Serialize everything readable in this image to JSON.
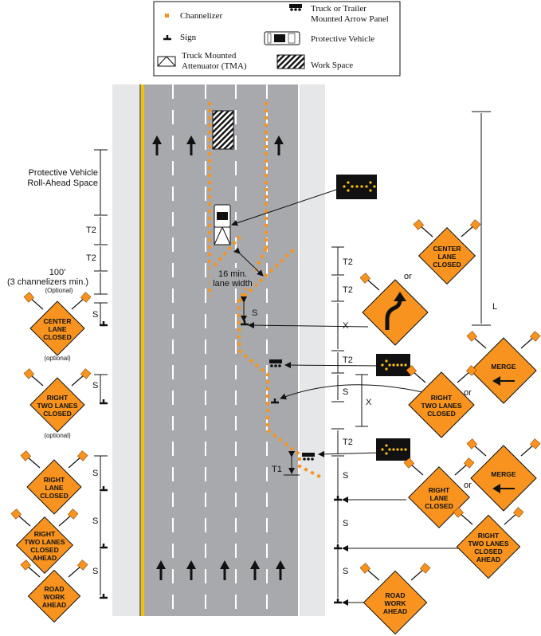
{
  "legend": {
    "channelizer": "Channelizer",
    "sign": "Sign",
    "tma_line1": "Truck Mounted",
    "tma_line2": "Attenuator (TMA)",
    "arrow_panel_line1": "Truck or Trailer",
    "arrow_panel_line2": "Mounted Arrow Panel",
    "protective_vehicle": "Protective Vehicle",
    "work_space": "Work Space"
  },
  "labels": {
    "rollahead_line1": "Protective Vehicle",
    "rollahead_line2": "Roll-Ahead Space",
    "t2": "T2",
    "t1": "T1",
    "s": "S",
    "x": "X",
    "l": "L",
    "or": "or",
    "buffer_100": "100'",
    "buffer_min": "(3 channelizers min.)",
    "optional": "(Optional)",
    "optional_lower": "(optional)",
    "lane_width_line1": "16  min.",
    "lane_width_line2": "lane width"
  },
  "signs": {
    "center_lane_closed": [
      "CENTER",
      "LANE",
      "CLOSED"
    ],
    "right_two_lanes_closed": [
      "RIGHT",
      "TWO LANES",
      "CLOSED"
    ],
    "right_lane_closed": [
      "RIGHT",
      "LANE",
      "CLOSED"
    ],
    "right_two_lanes_closed_ahead": [
      "RIGHT",
      "TWO LANES",
      "CLOSED",
      "AHEAD"
    ],
    "road_work_ahead": [
      "ROAD",
      "WORK",
      "AHEAD"
    ],
    "merge": "MERGE"
  },
  "colors": {
    "sign_orange": "#F7931E",
    "channelizer": "#F7931E",
    "road": "#A7A9AC",
    "shoulder": "#E6E7E8",
    "center_line": "#F2C200",
    "panel": "#111111",
    "panel_lamp": "#FFC20E"
  }
}
